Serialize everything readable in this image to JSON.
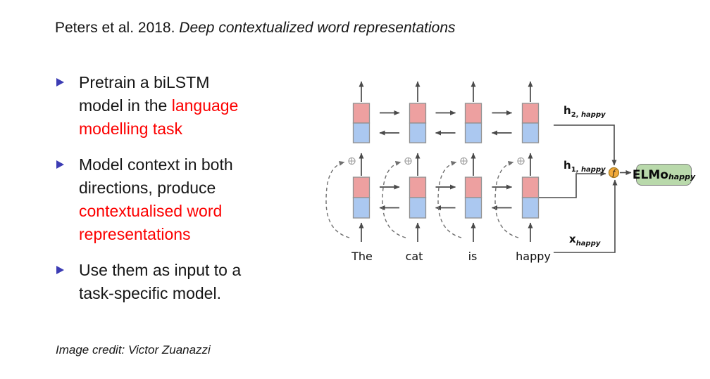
{
  "header": {
    "citation": "Peters et al. 2018. ",
    "paper_title": "Deep contextualized word representations"
  },
  "bullets": [
    {
      "parts": [
        {
          "text": "Pretrain a biLSTM\nmodel in the ",
          "red": false
        },
        {
          "text": "language\nmodelling task",
          "red": true
        }
      ]
    },
    {
      "parts": [
        {
          "text": "Model context in both\ndirections, produce\n",
          "red": false
        },
        {
          "text": "contextualised word\nrepresentations",
          "red": true
        }
      ]
    },
    {
      "parts": [
        {
          "text": "Use them as input to a\ntask-specific model.",
          "red": false
        }
      ]
    }
  ],
  "credit": "Image credit: Victor Zuanazzi",
  "diagram": {
    "words": [
      "The",
      "cat",
      "is",
      "happy"
    ],
    "labels": {
      "h2": {
        "main": "h",
        "sub_num": "2, ",
        "sub_word": "happy"
      },
      "h1": {
        "main": "h",
        "sub_num": "1, ",
        "sub_word": "happy"
      },
      "x": {
        "main": "x",
        "sub_word": "happy"
      },
      "f": "f",
      "elmo": {
        "main": "ELMo",
        "sub": "happy"
      }
    },
    "colors": {
      "forward_cell": "#eda0a0",
      "backward_cell": "#abc8f0",
      "cell_border": "#909090",
      "arrow": "#4a4a4a",
      "skip_dashed": "#707070",
      "f_fill": "#f2aa3a",
      "f_border": "#aa7c20",
      "elmo_fill": "#b9d9ab",
      "red_text": "#fc0000",
      "bullet_marker": "#3c3cb4"
    }
  }
}
